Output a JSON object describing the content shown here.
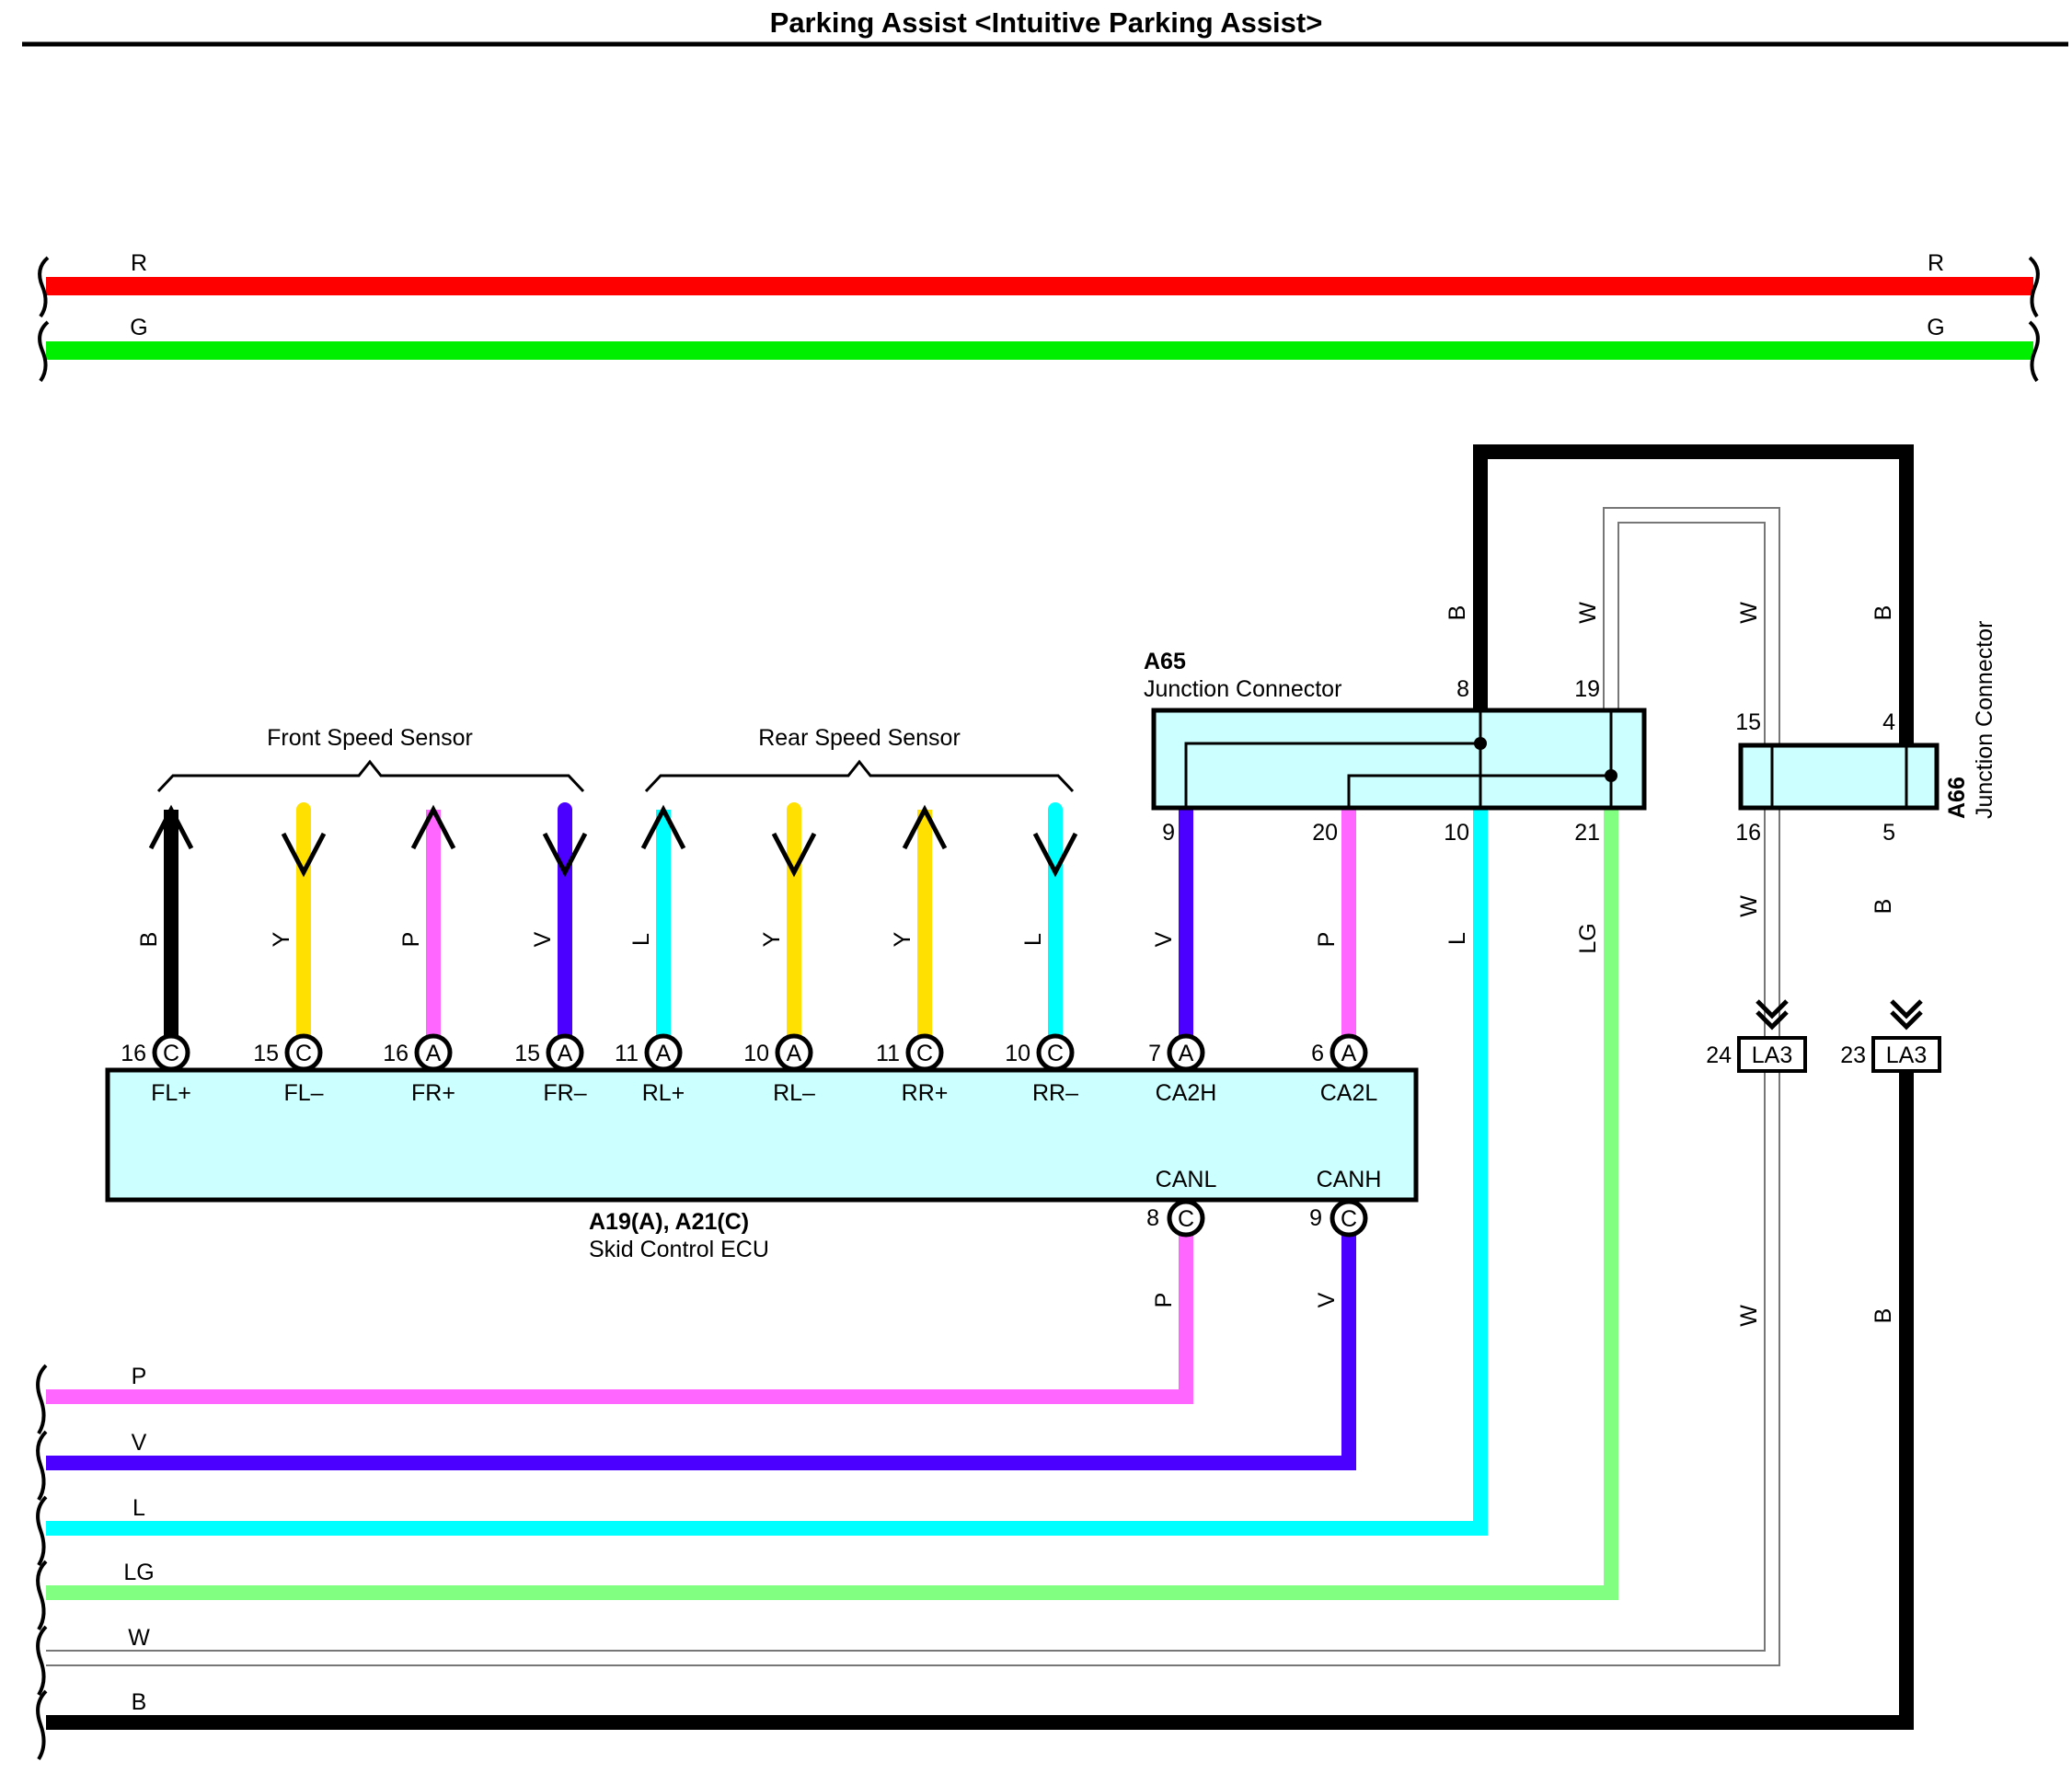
{
  "title": "Parking Assist <Intuitive Parking Assist>",
  "colors": {
    "R": "#ff0000",
    "G": "#00ee00",
    "B": "#000000",
    "Y": "#ffe000",
    "P": "#ff66ff",
    "V": "#4b00ff",
    "L": "#00ffff",
    "LG": "#80ff80",
    "W": "#ffffff",
    "box": "#ccffff"
  },
  "top_wires": [
    {
      "code": "R",
      "left_label": "R",
      "right_label": "R"
    },
    {
      "code": "G",
      "left_label": "G",
      "right_label": "G"
    }
  ],
  "front_sensor": {
    "label": "Front Speed Sensor"
  },
  "rear_sensor": {
    "label": "Rear Speed Sensor"
  },
  "ecu": {
    "id": "A19(A), A21(C)",
    "name": "Skid Control ECU",
    "top_pins": [
      {
        "num": "16",
        "conn": "C",
        "func": "FL+",
        "color_code": "B"
      },
      {
        "num": "15",
        "conn": "C",
        "func": "FL–",
        "color_code": "Y"
      },
      {
        "num": "16",
        "conn": "A",
        "func": "FR+",
        "color_code": "P"
      },
      {
        "num": "15",
        "conn": "A",
        "func": "FR–",
        "color_code": "V"
      },
      {
        "num": "11",
        "conn": "A",
        "func": "RL+",
        "color_code": "L"
      },
      {
        "num": "10",
        "conn": "A",
        "func": "RL–",
        "color_code": "Y"
      },
      {
        "num": "11",
        "conn": "C",
        "func": "RR+",
        "color_code": "Y"
      },
      {
        "num": "10",
        "conn": "C",
        "func": "RR–",
        "color_code": "L"
      },
      {
        "num": "7",
        "conn": "A",
        "func": "CA2H",
        "color_code": "V"
      },
      {
        "num": "6",
        "conn": "A",
        "func": "CA2L",
        "color_code": "P"
      }
    ],
    "bottom_pins": [
      {
        "num": "8",
        "conn": "C",
        "func": "CANL",
        "color_code": "P"
      },
      {
        "num": "9",
        "conn": "C",
        "func": "CANH",
        "color_code": "V"
      }
    ]
  },
  "a65": {
    "id": "A65",
    "name": "Junction Connector",
    "top_pins": [
      {
        "num": "8",
        "color_code": "B"
      },
      {
        "num": "19",
        "color_code": "W"
      }
    ],
    "bottom_pins": [
      {
        "num": "9",
        "color_code": "V"
      },
      {
        "num": "20",
        "color_code": "P"
      },
      {
        "num": "10",
        "color_code": "L"
      },
      {
        "num": "21",
        "color_code": "LG"
      }
    ]
  },
  "a66": {
    "id": "A66",
    "name": "Junction Connector",
    "top_pins": [
      {
        "num": "15",
        "color_code": "W"
      },
      {
        "num": "4",
        "color_code": "B"
      }
    ],
    "bottom_pins": [
      {
        "num": "16",
        "color_code": "W"
      },
      {
        "num": "5",
        "color_code": "B"
      }
    ]
  },
  "la3": [
    {
      "num": "24",
      "label": "LA3",
      "color_code": "W"
    },
    {
      "num": "23",
      "label": "LA3",
      "color_code": "B"
    }
  ],
  "right_wire_labels": [
    "W",
    "B"
  ],
  "bottom_wires": [
    {
      "code": "P",
      "label": "P"
    },
    {
      "code": "V",
      "label": "V"
    },
    {
      "code": "L",
      "label": "L"
    },
    {
      "code": "LG",
      "label": "LG"
    },
    {
      "code": "W",
      "label": "W"
    },
    {
      "code": "B",
      "label": "B"
    }
  ]
}
